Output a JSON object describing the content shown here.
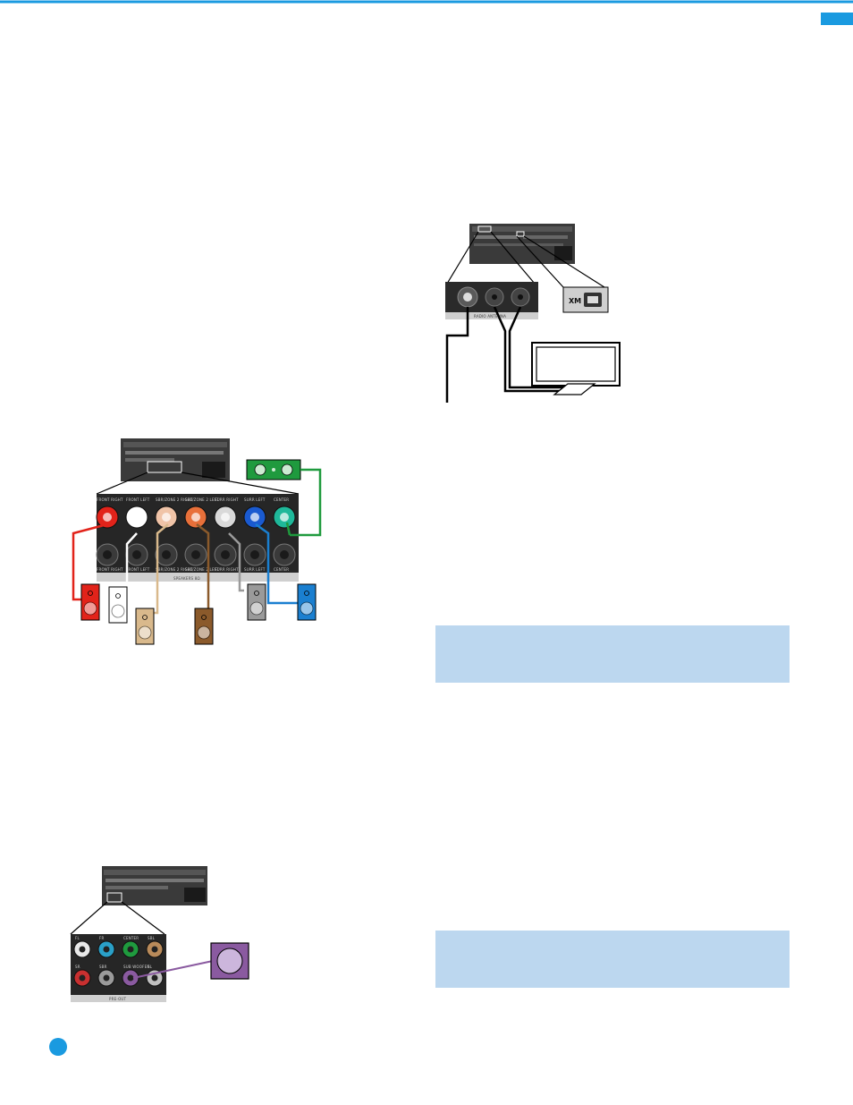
{
  "colors": {
    "accent_rule": "#1a9ae0",
    "note_box": "#bcd7ef",
    "panel": "#2b2b2b",
    "front_right": "#e2231a",
    "front_left": "#ffffff",
    "surround_back_right": "#d9b98c",
    "surround_back_left": "#8b5a2b",
    "surround_right": "#9a9a9a",
    "surround_left": "#1a7fd0",
    "center": "#1f9a3e",
    "subwoofer": "#8a5aa0"
  },
  "figures": {
    "speaker_connections": {
      "panel_label": "SPEAKERS 8Ω",
      "terminals": [
        {
          "label": "FRONT RIGHT",
          "color": "#e2231a"
        },
        {
          "label": "FRONT LEFT",
          "color": "#ffffff"
        },
        {
          "label": "SBR/ZONE 2 RIGHT",
          "color": "#f0c4a8"
        },
        {
          "label": "SBL/ZONE 2 LEFT",
          "color": "#e8703a"
        },
        {
          "label": "SURR RIGHT",
          "color": "#d9d9d9"
        },
        {
          "label": "SURR LEFT",
          "color": "#1a5ad0"
        },
        {
          "label": "CENTER",
          "color": "#1fb89a"
        }
      ]
    },
    "antenna_connections": {
      "panel_label": "RADIO ANTENNA",
      "xm_label": "XM"
    },
    "preout_connections": {
      "panel_label": "PRE-OUT",
      "jack_labels": [
        "FL",
        "FR",
        "CENTER",
        "SBL",
        "SR",
        "SBR",
        "SUB WOOFER",
        "SL"
      ]
    }
  },
  "note_boxes": [
    "",
    ""
  ]
}
